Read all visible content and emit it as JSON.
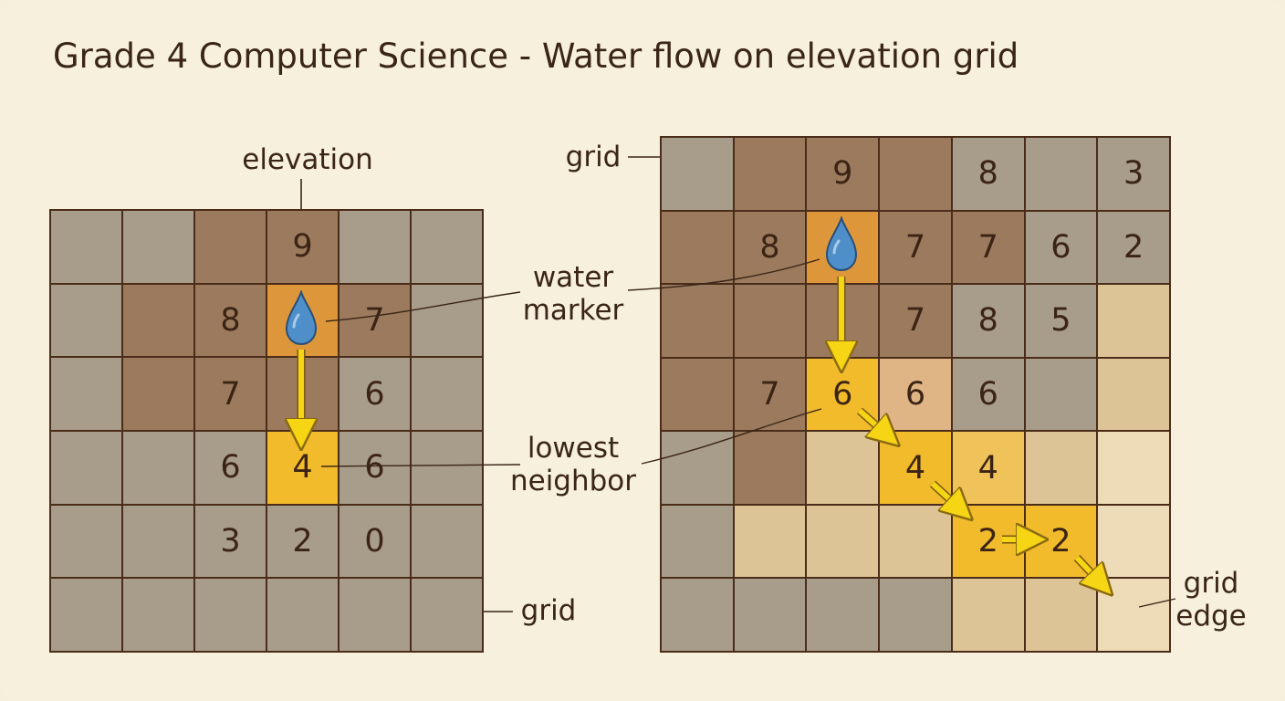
{
  "title": "Grade 4 Computer Science - Water flow on  elevation grid",
  "labels": {
    "elevation": "elevation",
    "water_marker": [
      "water",
      "marker"
    ],
    "lowest_neighbor": [
      "lowest",
      "neighbor"
    ],
    "grid": "grid",
    "grid_edge": [
      "grid",
      "edge"
    ]
  },
  "left_grid": {
    "cells": [
      [
        "",
        "",
        "",
        "9",
        "",
        ""
      ],
      [
        "",
        "",
        "8",
        "",
        "7",
        ""
      ],
      [
        "",
        "",
        "7",
        "",
        "6",
        ""
      ],
      [
        "",
        "",
        "6",
        "4",
        "6",
        ""
      ],
      [
        "",
        "",
        "3",
        "2",
        "0",
        ""
      ],
      [
        "",
        "",
        "",
        "",
        "",
        ""
      ]
    ],
    "tones": [
      [
        "gray",
        "gray",
        "brown",
        "brown",
        "gray",
        "gray"
      ],
      [
        "gray",
        "brown",
        "brown",
        "orange",
        "brown",
        "gray"
      ],
      [
        "gray",
        "brown",
        "brown",
        "brown",
        "gray",
        "gray"
      ],
      [
        "gray",
        "gray",
        "gray",
        "yellow",
        "gray",
        "gray"
      ],
      [
        "gray",
        "gray",
        "gray",
        "gray",
        "gray",
        "gray"
      ],
      [
        "gray",
        "gray",
        "gray",
        "gray",
        "gray",
        "gray"
      ]
    ]
  },
  "right_grid": {
    "cells": [
      [
        "",
        "",
        "9",
        "",
        "8",
        "",
        "3"
      ],
      [
        "",
        "8",
        "",
        "7",
        "7",
        "6",
        "2"
      ],
      [
        "",
        "",
        "",
        "7",
        "8",
        "5",
        ""
      ],
      [
        "",
        "7",
        "6",
        "6",
        "6",
        "",
        ""
      ],
      [
        "",
        "",
        "",
        "4",
        "4",
        "",
        ""
      ],
      [
        "",
        "",
        "",
        "",
        "2",
        "2",
        ""
      ],
      [
        "",
        "",
        "",
        "",
        "",
        "",
        ""
      ]
    ],
    "tones": [
      [
        "gray",
        "brown",
        "brown",
        "brown",
        "gray",
        "gray",
        "gray"
      ],
      [
        "brown",
        "brown",
        "orange",
        "brown",
        "brown",
        "gray",
        "gray"
      ],
      [
        "brown",
        "brown",
        "brown",
        "brown",
        "gray",
        "gray",
        "tan"
      ],
      [
        "brown",
        "brown",
        "yellow",
        "peach",
        "gray",
        "gray",
        "tan"
      ],
      [
        "gray",
        "brown",
        "tan",
        "yellow",
        "ylight",
        "tan",
        "cream"
      ],
      [
        "gray",
        "tan",
        "tan",
        "tan",
        "yellow",
        "yellow",
        "cream"
      ],
      [
        "gray",
        "gray",
        "gray",
        "gray",
        "tan",
        "tan",
        "cream"
      ]
    ]
  },
  "colors": {
    "background": "#f6f0dd",
    "grid_line": "#4a2c19",
    "arrow": "#f5d514",
    "water": "#4f8fc9"
  }
}
